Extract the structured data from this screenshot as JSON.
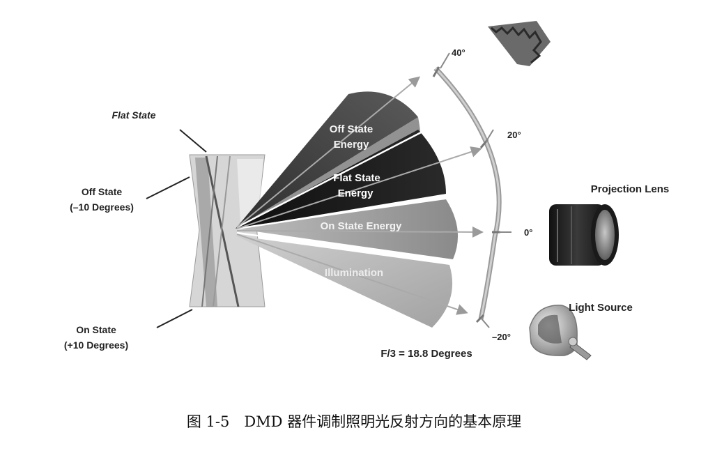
{
  "labels": {
    "flat_state": "Flat State",
    "off_state_line1": "Off State",
    "off_state_line2": "(–10 Degrees)",
    "on_state_line1": "On State",
    "on_state_line2": "(+10 Degrees)",
    "off_state_energy_line1": "Off State",
    "off_state_energy_line2": "Energy",
    "flat_state_energy_line1": "Flat State",
    "flat_state_energy_line2": "Energy",
    "on_state_energy": "On State Energy",
    "illumination": "Illumination",
    "projection_lens": "Projection Lens",
    "light_source": "Light Source",
    "f_number": "F/3 = 18.8 Degrees"
  },
  "angle_marks": [
    "40°",
    "20°",
    "0°",
    "–20°"
  ],
  "caption": "图 1-5　DMD 器件调制照明光反射方向的基本原理",
  "colors": {
    "off_state_cone": "#4a4a4a",
    "flat_state_cone": "#1c1c1c",
    "on_state_cone": "#9a9a9a",
    "illumination_cone": "#b4b4b4"
  }
}
